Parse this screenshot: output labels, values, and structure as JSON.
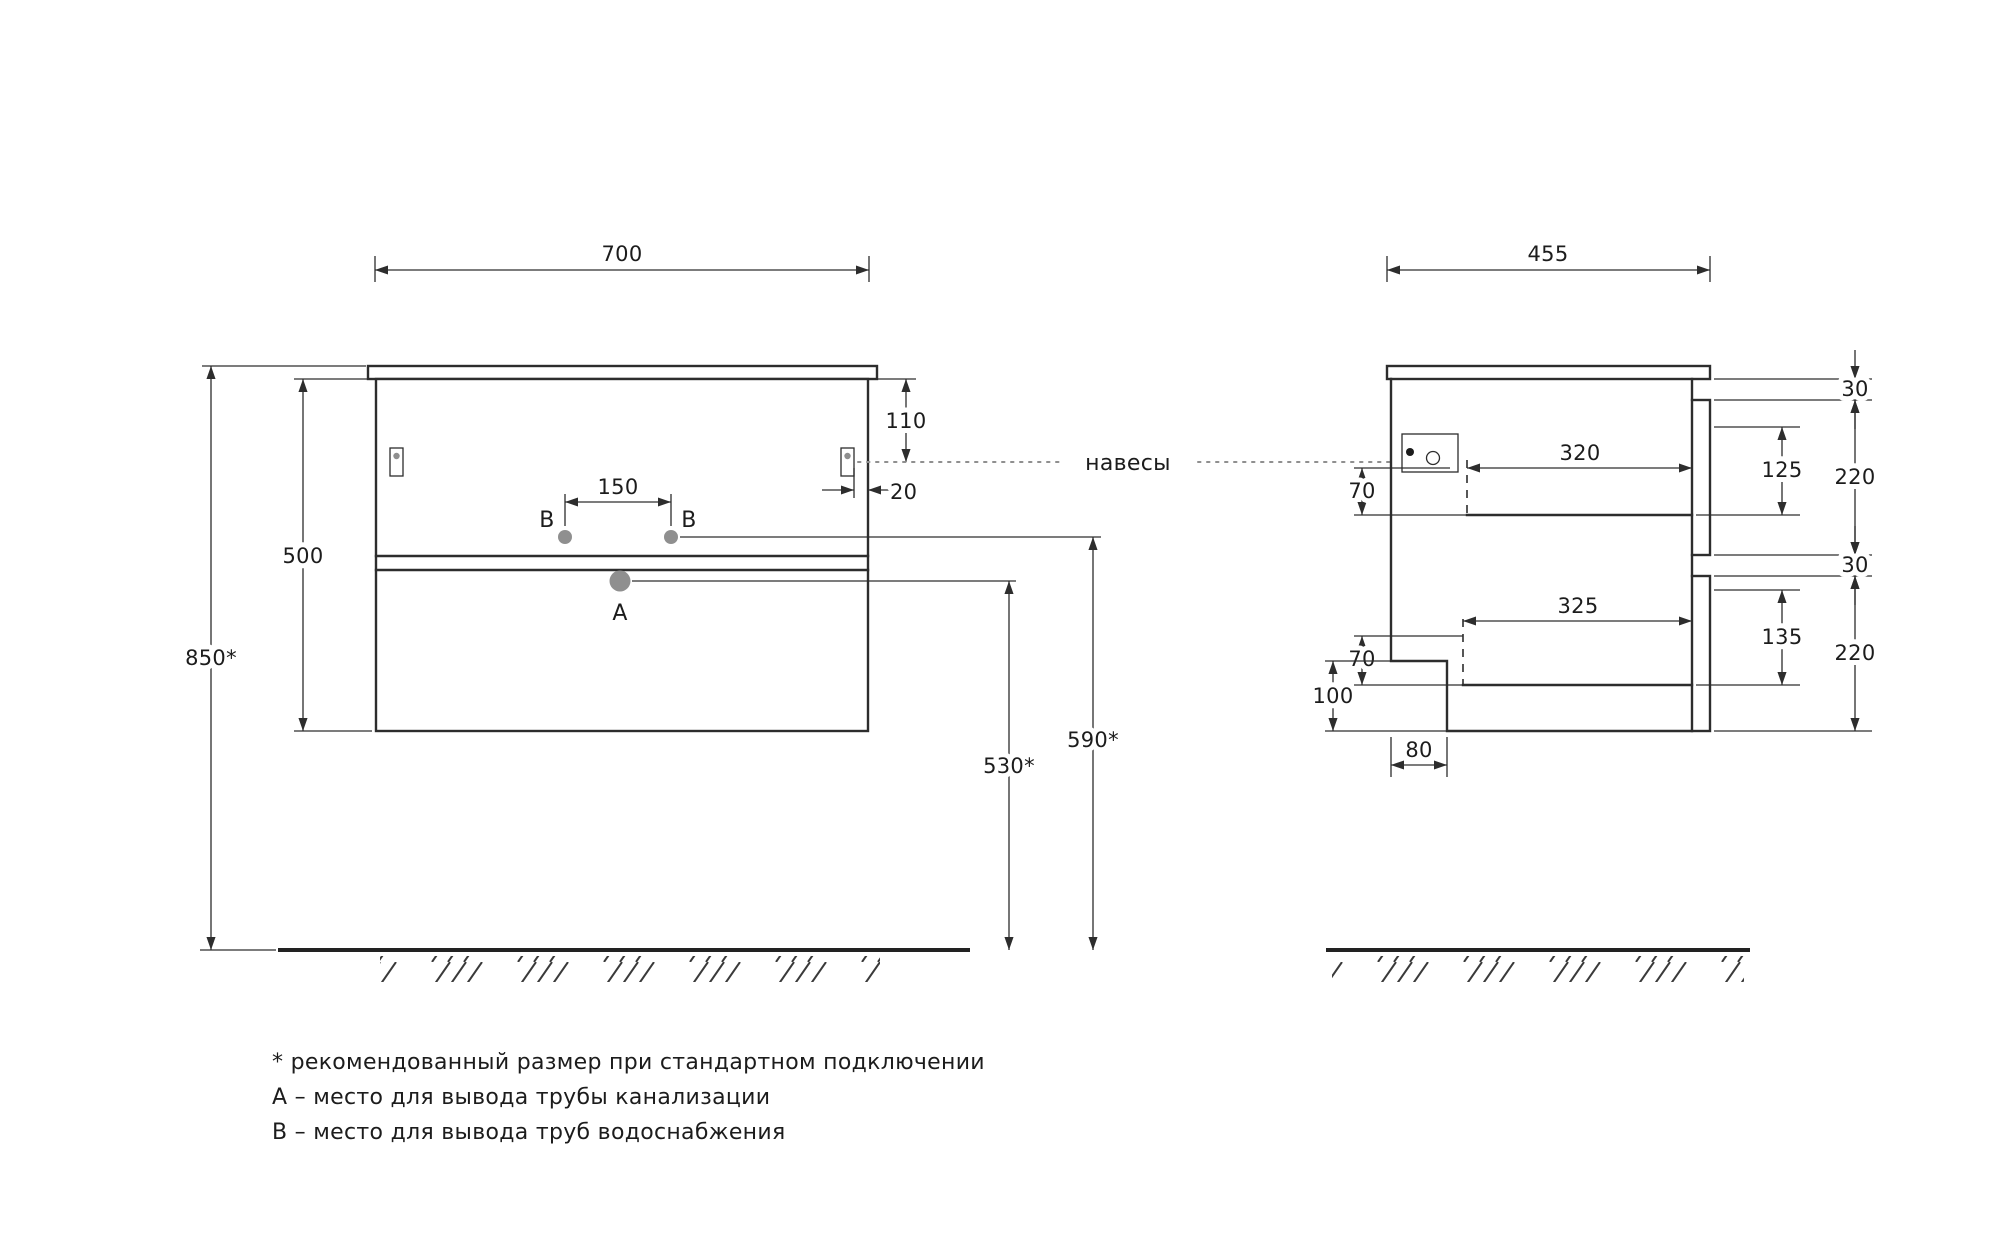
{
  "front": {
    "width": "700",
    "height": "500",
    "mount_height": "850*",
    "hanger_drop": "110",
    "hanger_inset": "20",
    "outlet_spacing": "150",
    "drain_height": "530*",
    "supply_height": "590*"
  },
  "side": {
    "depth": "455",
    "gap_top": "30",
    "drawer1_front_height": "220",
    "gap_mid": "30",
    "drawer2_front_height": "220",
    "drawer1_inner": "125",
    "drawer2_inner": "135",
    "drawer1_depth": "320",
    "drawer2_depth": "325",
    "clearance1": "70",
    "clearance2": "70",
    "notch_height": "100",
    "notch_depth": "80"
  },
  "labels": {
    "hangers": "навесы",
    "point_a": "A",
    "point_b": "B"
  },
  "notes": {
    "asterisk": "* рекомендованный размер при стандартном подключении",
    "a_note": "A – место для вывода трубы канализации",
    "b_note": "B – место для вывода труб водоснабжения"
  },
  "colors": {
    "line": "#2d2d2d",
    "dim": "#2d2d2d",
    "muted": "#8f8f8f"
  }
}
